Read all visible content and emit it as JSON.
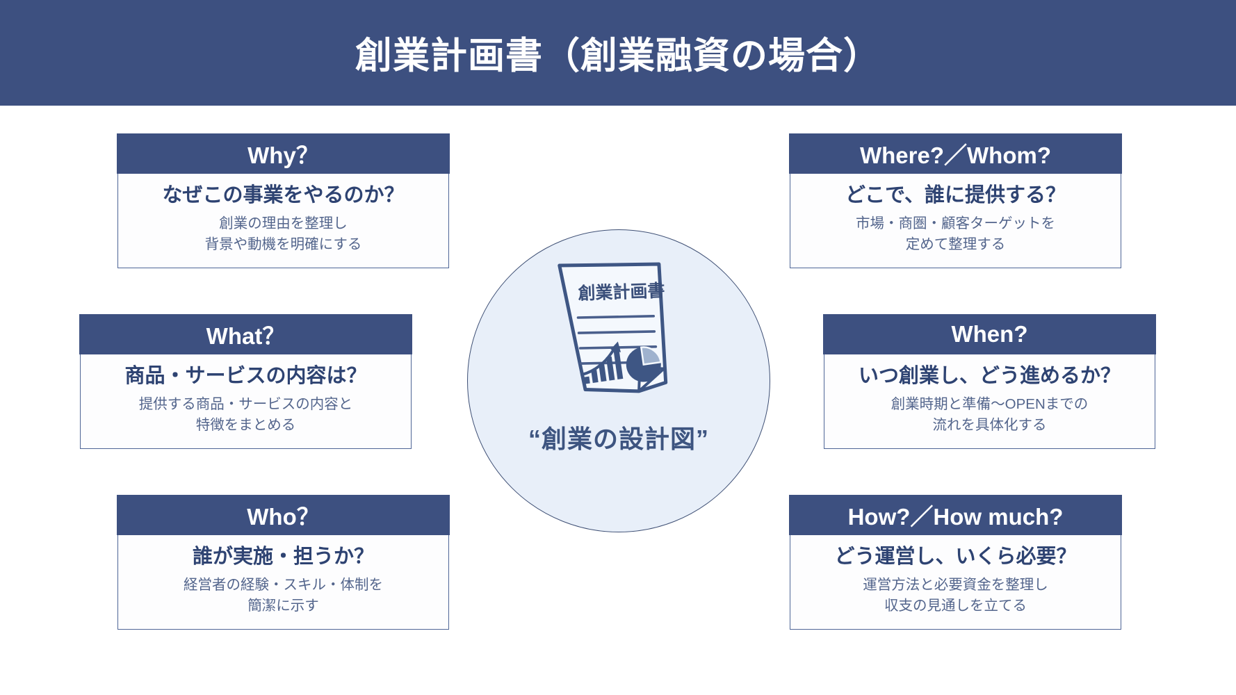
{
  "header": {
    "title": "創業計画書（創業融資の場合）"
  },
  "colors": {
    "brand_dark": "#3D5080",
    "card_border": "#4E6596",
    "question_text": "#2E4372",
    "desc_text": "#53658C",
    "circle_fill": "#E8EFF9",
    "circle_border": "#3E4F74",
    "page_background": "#FFFFFF"
  },
  "center": {
    "doc_label": "創業計画書",
    "caption": "“創業の設計図”"
  },
  "cards": [
    {
      "id": "why",
      "head": "Why？",
      "question": "なぜこの事業をやるのか？",
      "desc_line1": "創業の理由を整理し",
      "desc_line2": "背景や動機を明確にする"
    },
    {
      "id": "what",
      "head": "What？",
      "question": "商品・サービスの内容は？",
      "desc_line1": "提供する商品・サービスの内容と",
      "desc_line2": "特徴をまとめる"
    },
    {
      "id": "who",
      "head": "Who？",
      "question": "誰が実施・担うか？",
      "desc_line1": "経営者の経験・スキル・体制を",
      "desc_line2": "簡潔に示す"
    },
    {
      "id": "where",
      "head": "Where?／Whom?",
      "question": "どこで、誰に提供する？",
      "desc_line1": "市場・商圏・顧客ターゲットを",
      "desc_line2": "定めて整理する"
    },
    {
      "id": "when",
      "head": "When?",
      "question": "いつ創業し、どう進めるか？",
      "desc_line1": "創業時期と準備〜OPENまでの",
      "desc_line2": "流れを具体化する"
    },
    {
      "id": "how",
      "head": "How?／How much?",
      "question": "どう運営し、いくら必要？",
      "desc_line1": "運営方法と必要資金を整理し",
      "desc_line2": "収支の見通しを立てる"
    }
  ]
}
